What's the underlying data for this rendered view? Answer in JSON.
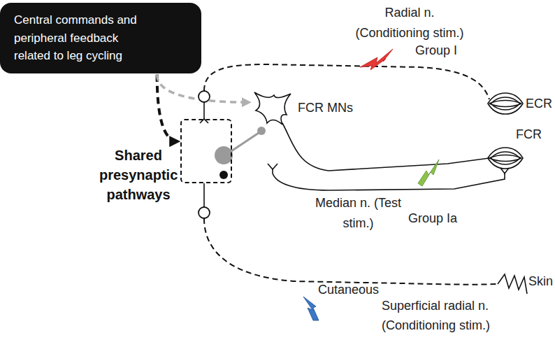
{
  "diagram": {
    "nodes": [
      {
        "text": [
          "Central commands and peripheral feedback related to leg cycling"
        ]
      },
      {
        "text": [
          "Shared presynaptic pathways"
        ]
      },
      {
        "text": [
          "FCR MNs"
        ]
      }
    ],
    "edges": [
      {
        "from": 0,
        "to": 1,
        "arrow": "to"
      },
      {
        "from": 0,
        "to": 2,
        "arrow": "to"
      }
    ],
    "labels": [
      "Radial n. (Conditioning stim.)",
      "Group I",
      "ECR",
      "FCR",
      "Median n. (Test stim.)",
      "Group Ia",
      "Cutaneous",
      "Skin",
      "Superficial radial n. (Conditioning stim.)"
    ]
  }
}
